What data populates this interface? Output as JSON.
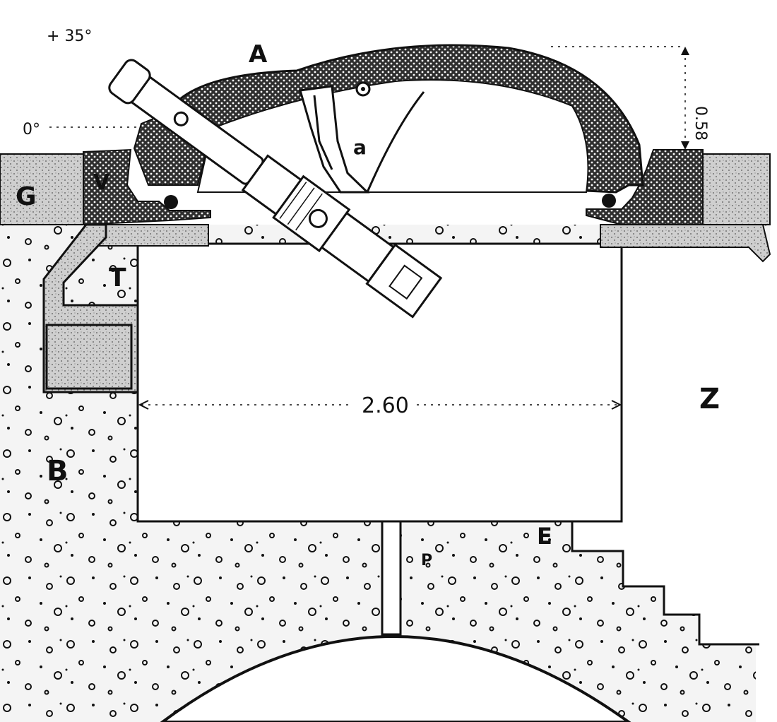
{
  "labels": {
    "cupola": "A",
    "arc": "a",
    "collar": "V",
    "glacis": "G",
    "ring": "T",
    "body": "B",
    "pit": "Z",
    "step": "E",
    "mark": "P"
  },
  "dimensions": {
    "elevation_max": "+ 35°",
    "elevation_zero": "0°",
    "height": "0.58",
    "width": "2.60"
  },
  "colors": {
    "ink": "#111111",
    "paper": "#ffffff",
    "armor": "#3a3a3a",
    "concrete": "#f4f4f4"
  }
}
